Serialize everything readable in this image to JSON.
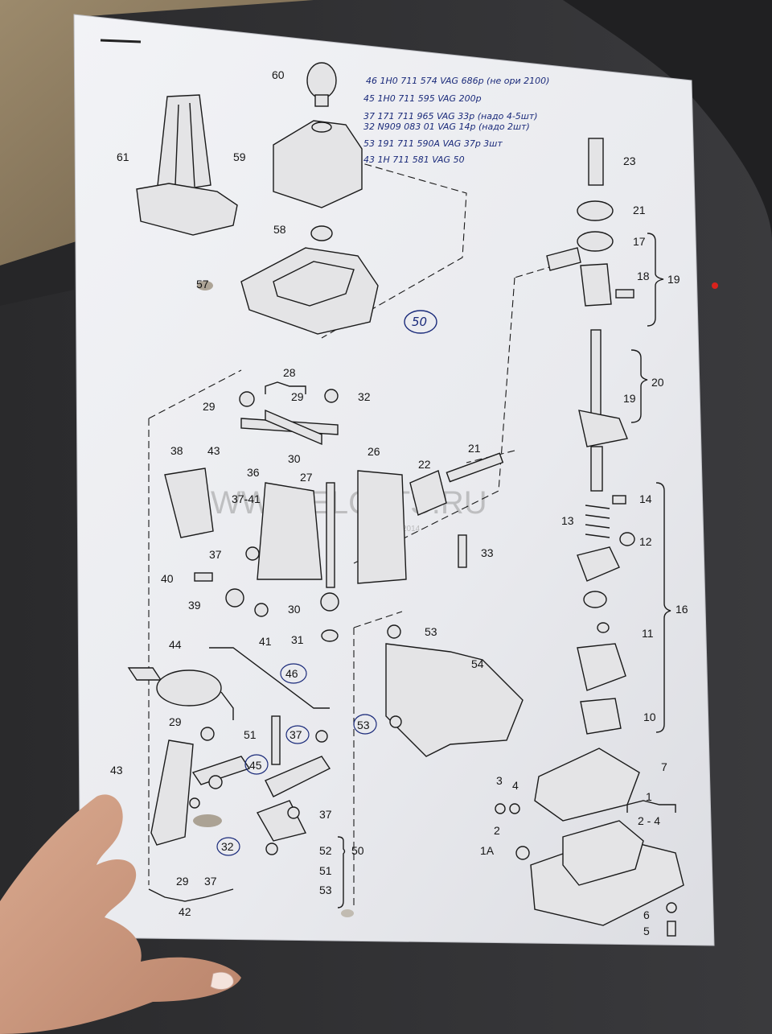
{
  "watermark": {
    "text": "WWW.ELCATS.RU",
    "sub": "2014"
  },
  "handwritten": {
    "lines": [
      "46  1H0 711 574  VAG 686р (не ори 2100)",
      "45  1H0 711 595  VAG 200р",
      "37  171 711 965  VAG 33р (надо 4-5шт)",
      "32  N909 083 01  VAG 14р (надо 2шт)",
      "53  191 711 590A VAG 37р 3шт",
      "43  1H 711 581  VAG 50"
    ],
    "circle_number": "50"
  },
  "labels": {
    "p60": "60",
    "p61": "61",
    "p59": "59",
    "p58": "58",
    "p57": "57",
    "p23": "23",
    "p21": "21",
    "p17": "17",
    "p18": "18",
    "p19": "19",
    "p20": "20",
    "p19b": "19",
    "p28": "28",
    "p29": "29",
    "p29b": "29",
    "p32": "32",
    "p38": "38",
    "p43": "43",
    "p36": "36",
    "p3741": "37-41",
    "p30": "30",
    "p27": "27",
    "p26": "26",
    "p22": "22",
    "p21b": "21",
    "p14": "14",
    "p13": "13",
    "p12": "12",
    "p33": "33",
    "p37": "37",
    "p40": "40",
    "p39": "39",
    "p30b": "30",
    "p41": "41",
    "p31": "31",
    "p53": "53",
    "p16": "16",
    "p11": "11",
    "p44": "44",
    "p54": "54",
    "p46": "46",
    "p29c": "29",
    "p51": "51",
    "p37b": "37",
    "p53b": "53",
    "p10": "10",
    "p43b": "43",
    "p45": "45",
    "p7": "7",
    "p3": "3",
    "p4": "4",
    "p1": "1",
    "p24": "2 - 4",
    "p2": "2",
    "p37c": "37",
    "p1a": "1A",
    "p32b": "32",
    "p52": "52",
    "p50": "50",
    "p51b": "51",
    "p53c": "53",
    "p29d": "29",
    "p37d": "37",
    "p42": "42",
    "p6": "6",
    "p5": "5"
  }
}
